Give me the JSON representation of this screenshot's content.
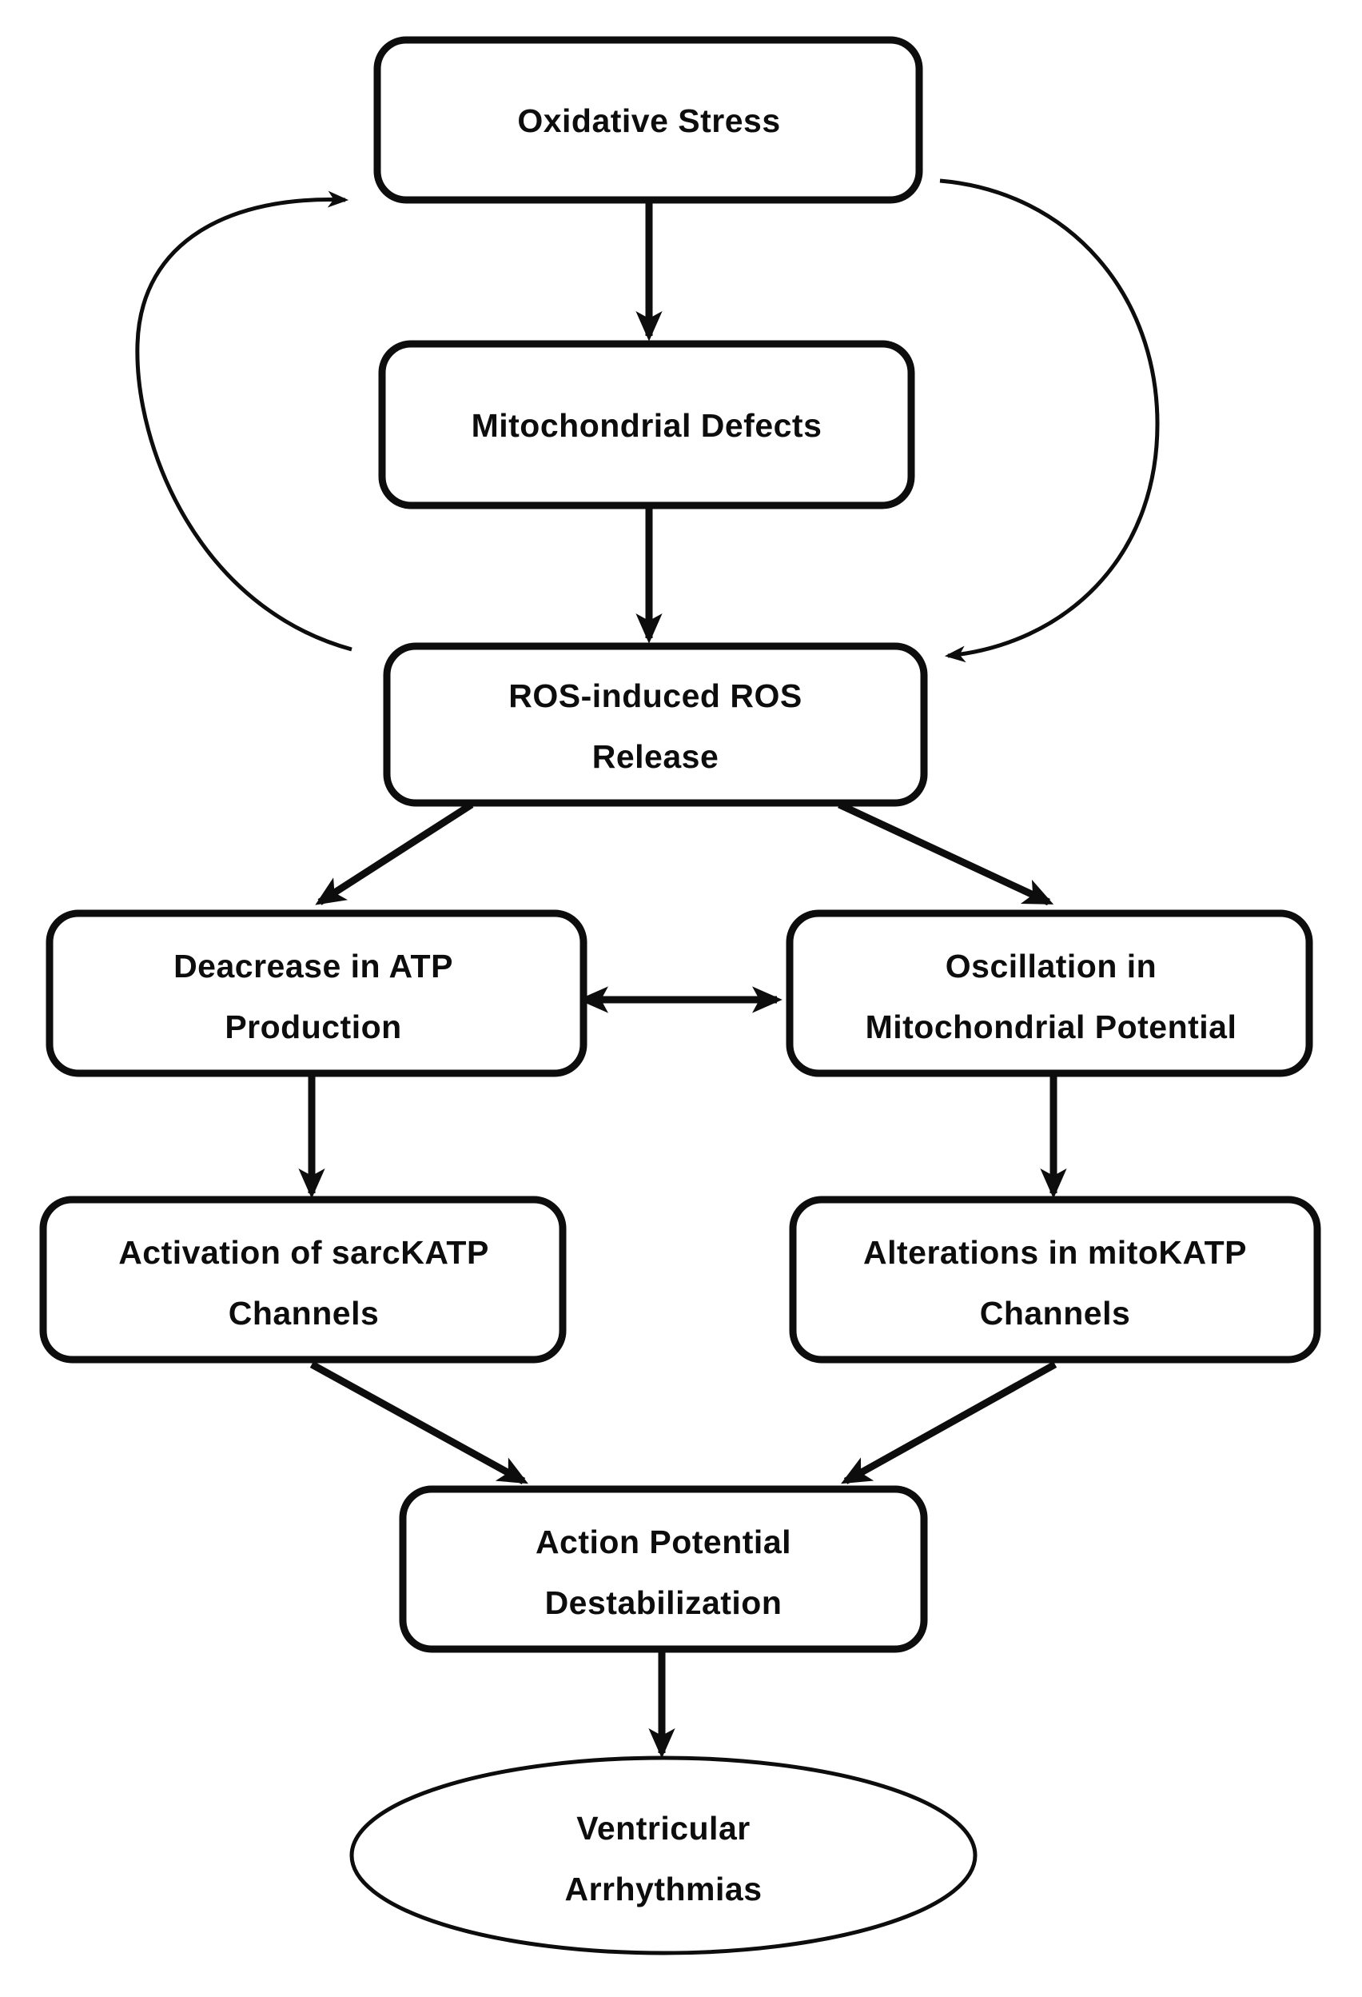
{
  "diagram": {
    "type": "flowchart",
    "background": "#ffffff",
    "line_color": "#0d0d0d",
    "text_color": "#0d0d0d",
    "nodes": [
      {
        "id": "oxidative-stress",
        "shape": "rounded-rect",
        "lines": [
          "Oxidative Stress"
        ]
      },
      {
        "id": "mitochondrial-defects",
        "shape": "rounded-rect",
        "lines": [
          "Mitochondrial  Defects"
        ]
      },
      {
        "id": "ros-induced-ros-release",
        "shape": "rounded-rect",
        "lines": [
          "ROS-induced  ROS",
          "Release"
        ]
      },
      {
        "id": "decrease-atp-production",
        "shape": "rounded-rect",
        "lines": [
          "Deacrease in ATP",
          "Production"
        ]
      },
      {
        "id": "oscillation-mitochondrial-potential",
        "shape": "rounded-rect",
        "lines": [
          "Oscillation  in",
          "Mitochondrial  Potential"
        ]
      },
      {
        "id": "activation-sarckatp-channels",
        "shape": "rounded-rect",
        "lines": [
          "Activation of sarcKATP",
          "Channels"
        ]
      },
      {
        "id": "alterations-mitokatp-channels",
        "shape": "rounded-rect",
        "lines": [
          "Alterations in mitoKATP",
          "Channels"
        ]
      },
      {
        "id": "action-potential-destabilization",
        "shape": "rounded-rect",
        "lines": [
          "Action Potential",
          "Destabilization"
        ]
      },
      {
        "id": "ventricular-arrhythmias",
        "shape": "ellipse",
        "lines": [
          "Ventricular",
          "Arrhythmias"
        ]
      }
    ],
    "edges": [
      {
        "from": "oxidative-stress",
        "to": "mitochondrial-defects",
        "style": "straight-down",
        "arrows": "single"
      },
      {
        "from": "mitochondrial-defects",
        "to": "ros-induced-ros-release",
        "style": "straight-down",
        "arrows": "single"
      },
      {
        "from": "ros-induced-ros-release",
        "to": "oxidative-stress",
        "style": "curve-left-feedback",
        "arrows": "single"
      },
      {
        "from": "oxidative-stress",
        "to": "ros-induced-ros-release",
        "style": "curve-right",
        "arrows": "single"
      },
      {
        "from": "ros-induced-ros-release",
        "to": "decrease-atp-production",
        "style": "diagonal-left",
        "arrows": "single"
      },
      {
        "from": "ros-induced-ros-release",
        "to": "oscillation-mitochondrial-potential",
        "style": "diagonal-right",
        "arrows": "single"
      },
      {
        "from": "decrease-atp-production",
        "to": "oscillation-mitochondrial-potential",
        "style": "horizontal",
        "arrows": "double"
      },
      {
        "from": "decrease-atp-production",
        "to": "activation-sarckatp-channels",
        "style": "straight-down",
        "arrows": "single"
      },
      {
        "from": "oscillation-mitochondrial-potential",
        "to": "alterations-mitokatp-channels",
        "style": "straight-down",
        "arrows": "single"
      },
      {
        "from": "activation-sarckatp-channels",
        "to": "action-potential-destabilization",
        "style": "diagonal-right-down",
        "arrows": "single"
      },
      {
        "from": "alterations-mitokatp-channels",
        "to": "action-potential-destabilization",
        "style": "diagonal-left-down",
        "arrows": "single"
      },
      {
        "from": "action-potential-destabilization",
        "to": "ventricular-arrhythmias",
        "style": "straight-down",
        "arrows": "single"
      }
    ]
  },
  "labels": {
    "n1": "Oxidative Stress",
    "n2": "Mitochondrial  Defects",
    "n3a": "ROS-induced  ROS",
    "n3b": "Release",
    "n4a": "Deacrease in ATP",
    "n4b": "Production",
    "n5a": "Oscillation  in",
    "n5b": "Mitochondrial  Potential",
    "n6a": "Activation of sarcKATP",
    "n6b": "Channels",
    "n7a": "Alterations in mitoKATP",
    "n7b": "Channels",
    "n8a": "Action Potential",
    "n8b": "Destabilization",
    "n9a": "Ventricular",
    "n9b": "Arrhythmias"
  }
}
